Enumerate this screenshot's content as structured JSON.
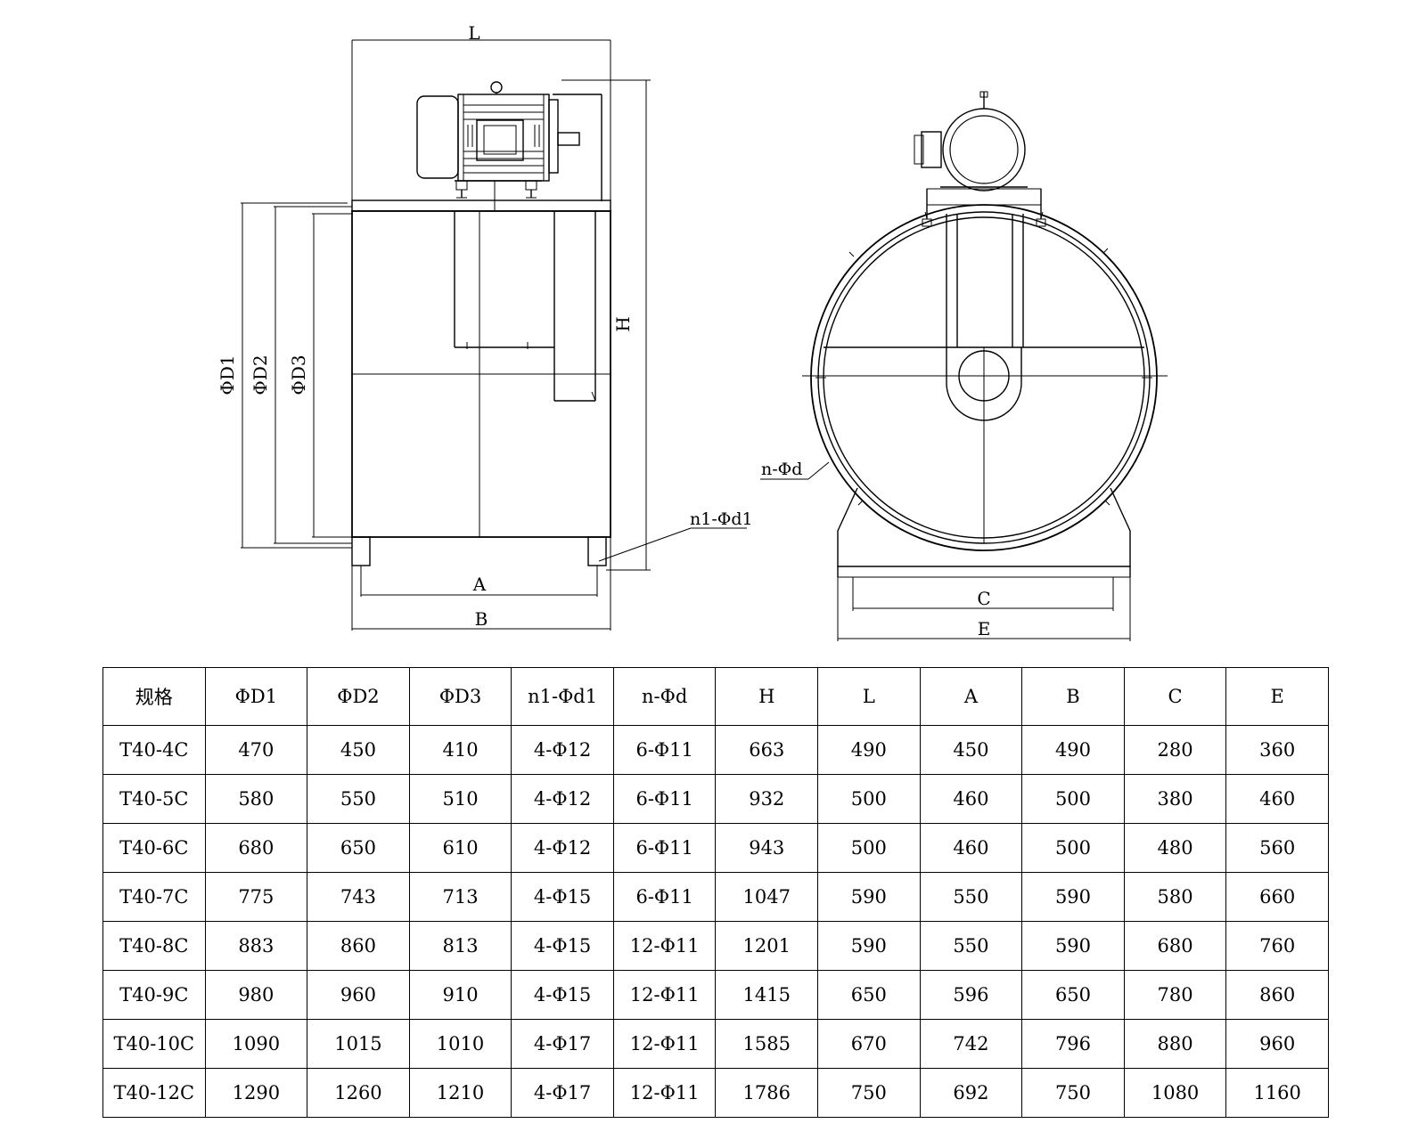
{
  "drawing": {
    "side_view": {
      "dim_L": "L",
      "dim_H": "H",
      "dim_D1": "ΦD1",
      "dim_D2": "ΦD2",
      "dim_D3": "ΦD3",
      "dim_A": "A",
      "dim_B": "B",
      "callout_n1_d1": "n1-Φd1"
    },
    "front_view": {
      "dim_C": "C",
      "dim_E": "E",
      "callout_n_d": "n-Φd"
    }
  },
  "table": {
    "headers": [
      "规格",
      "ΦD1",
      "ΦD2",
      "ΦD3",
      "n1-Φd1",
      "n-Φd",
      "H",
      "L",
      "A",
      "B",
      "C",
      "E"
    ],
    "rows": [
      [
        "T40-4C",
        "470",
        "450",
        "410",
        "4-Φ12",
        "6-Φ11",
        "663",
        "490",
        "450",
        "490",
        "280",
        "360"
      ],
      [
        "T40-5C",
        "580",
        "550",
        "510",
        "4-Φ12",
        "6-Φ11",
        "932",
        "500",
        "460",
        "500",
        "380",
        "460"
      ],
      [
        "T40-6C",
        "680",
        "650",
        "610",
        "4-Φ12",
        "6-Φ11",
        "943",
        "500",
        "460",
        "500",
        "480",
        "560"
      ],
      [
        "T40-7C",
        "775",
        "743",
        "713",
        "4-Φ15",
        "6-Φ11",
        "1047",
        "590",
        "550",
        "590",
        "580",
        "660"
      ],
      [
        "T40-8C",
        "883",
        "860",
        "813",
        "4-Φ15",
        "12-Φ11",
        "1201",
        "590",
        "550",
        "590",
        "680",
        "760"
      ],
      [
        "T40-9C",
        "980",
        "960",
        "910",
        "4-Φ15",
        "12-Φ11",
        "1415",
        "650",
        "596",
        "650",
        "780",
        "860"
      ],
      [
        "T40-10C",
        "1090",
        "1015",
        "1010",
        "4-Φ17",
        "12-Φ11",
        "1585",
        "670",
        "742",
        "796",
        "880",
        "960"
      ],
      [
        "T40-12C",
        "1290",
        "1260",
        "1210",
        "4-Φ17",
        "12-Φ11",
        "1786",
        "750",
        "692",
        "750",
        "1080",
        "1160"
      ]
    ]
  }
}
